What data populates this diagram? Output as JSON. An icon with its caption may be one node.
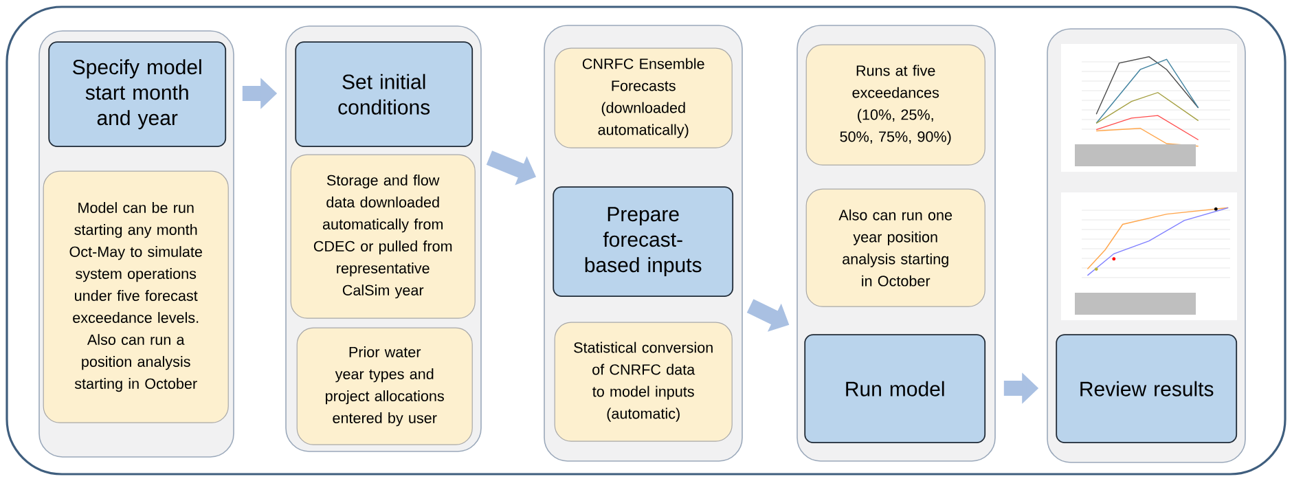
{
  "diagram": {
    "nodes": [
      {
        "text": [],
        "shape": "box"
      },
      {
        "text": [
          "Specify model start month and year"
        ],
        "in": 0
      },
      {
        "text": [
          "Model can be run starting any month Oct-May to simulate system operations under five forecast exceedance levels. Also can run a position analysis starting in October"
        ],
        "in": 0
      },
      {
        "text": [],
        "shape": "box"
      },
      {
        "text": [
          "Set initial conditions"
        ],
        "in": 3
      },
      {
        "text": [
          "Storage and flow data downloaded automatically from CDEC or pulled from representative CalSim year"
        ],
        "in": 3
      },
      {
        "text": [
          "Prior water year types and project allocations entered by user"
        ],
        "in": 3
      },
      {
        "text": [],
        "shape": "box"
      },
      {
        "text": [
          "CNRFC Ensemble Forecasts (downloaded automatically)"
        ],
        "in": 7
      },
      {
        "text": [
          "Prepare forecast-based inputs"
        ],
        "in": 7
      },
      {
        "text": [
          "Statistical conversion of CNRFC data to model inputs (automatic)"
        ],
        "in": 7
      },
      {
        "text": [],
        "shape": "box"
      },
      {
        "text": [
          "Runs at five exceedances (10%, 25%, 50%, 75%, 90%)"
        ],
        "in": 11
      },
      {
        "text": [
          "Also can run one year position analysis starting in October"
        ],
        "in": 11
      },
      {
        "text": [
          "Run model"
        ],
        "in": 11
      },
      {
        "text": [],
        "shape": "box"
      },
      {
        "text": [
          "Review results"
        ],
        "in": 15
      }
    ],
    "edges": [
      {
        "from": 0,
        "to": 3,
        "arrow": "to"
      },
      {
        "from": 3,
        "to": 7,
        "arrow": "to"
      },
      {
        "from": 7,
        "to": 11,
        "arrow": "to"
      },
      {
        "from": 11,
        "to": 15,
        "arrow": "to"
      }
    ]
  }
}
